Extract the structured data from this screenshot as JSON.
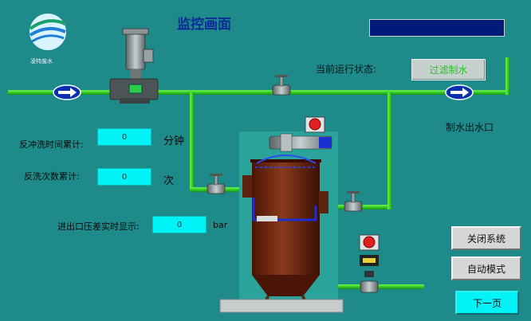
{
  "header": {
    "title": "监控画面",
    "logo_text": "凌特废水"
  },
  "process": {
    "state_label": "当前运行状态:",
    "state_value": "过滤制水",
    "outlet_label": "制水出水口"
  },
  "counters": {
    "backwash_time_label": "反冲洗时间累计:",
    "backwash_time_value": "0",
    "backwash_time_unit": "分钟",
    "backwash_count_label": "反洗次数累计:",
    "backwash_count_value": "0",
    "backwash_count_unit": "次",
    "pressure_label": "进出口压差实时显示:",
    "pressure_value": "0",
    "pressure_unit": "bar"
  },
  "buttons": {
    "close_system": "关闭系统",
    "auto_mode": "自动模式",
    "next_page": "下一页"
  },
  "colors": {
    "background": "#1f8a8a",
    "pipe": "#35d22a",
    "tank": "#6b2512",
    "inner_pipe": "#1c2fd0",
    "field": "#00f3f6"
  }
}
